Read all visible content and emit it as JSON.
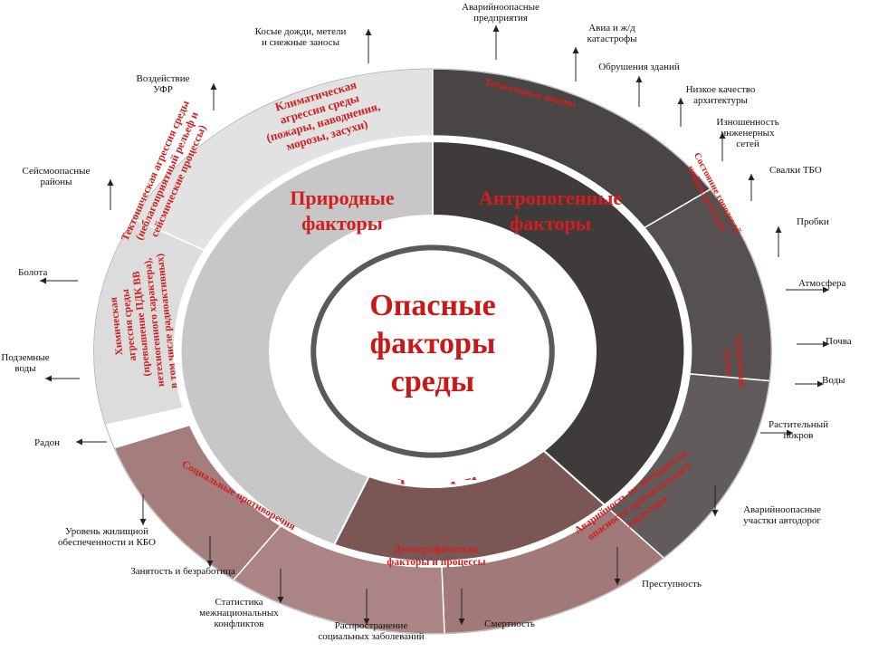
{
  "center": {
    "lines": [
      "Опасные",
      "факторы",
      "среды"
    ]
  },
  "sectors": [
    {
      "id": "natural",
      "lines": [
        "Природные",
        "факторы"
      ],
      "color": "#c7c7c7"
    },
    {
      "id": "anthropogenic",
      "lines": [
        "Антропогенные",
        "факторы"
      ],
      "color": "#403b3b"
    },
    {
      "id": "social",
      "lines": [
        "Социальные",
        "факторы"
      ],
      "color": "#7a5654"
    }
  ],
  "outer_segments": [
    {
      "id": "climatic",
      "lines": [
        "Климатическая",
        "агрессия среды",
        "(пожары, наводнения,",
        "морозы, засухи)"
      ],
      "color": "#e2e2e2"
    },
    {
      "id": "tectonic",
      "lines": [
        "Тектоническая агрессия среды",
        "(неблагоприятный рельеф и",
        "сейсмические процессы)"
      ],
      "color": "#dcdcdc"
    },
    {
      "id": "chemical",
      "lines": [
        "Химическая",
        "агрессия среды",
        "(превышение ПДК ВВ",
        "нетехногенного характера),",
        "в том числе радиоактивных)"
      ],
      "color": "#d6d6d6"
    },
    {
      "id": "technogenic",
      "lines": [
        "Техногенные аварии"
      ],
      "color": "#4a4545"
    },
    {
      "id": "infrastructure",
      "lines": [
        "Состояние городской",
        "инфраструктуры"
      ],
      "color": "#565050"
    },
    {
      "id": "pollution",
      "lines": [
        "Загрязнение",
        "среды"
      ],
      "color": "#615b5b"
    },
    {
      "id": "accidents",
      "lines": [
        "Аварийность на автодорогах,",
        "опасности криминального",
        "характера"
      ],
      "color": "#a17979"
    },
    {
      "id": "demographic",
      "lines": [
        "Демографические",
        "факторы и процессы"
      ],
      "color": "#ab8585"
    },
    {
      "id": "social_conflict",
      "lines": [
        "Социальные противоречия"
      ],
      "color": "#a47d7d"
    }
  ],
  "labels": [
    {
      "id": "rain",
      "lines": [
        "Косые дожди, метели",
        "и снежные заносы"
      ]
    },
    {
      "id": "uv",
      "lines": [
        "Воздействие",
        "УФР"
      ]
    },
    {
      "id": "seismic",
      "lines": [
        "Сейсмоопасные",
        "районы"
      ]
    },
    {
      "id": "swamps",
      "lines": [
        "Болота"
      ]
    },
    {
      "id": "groundwater",
      "lines": [
        "Подземные",
        "воды"
      ]
    },
    {
      "id": "radon",
      "lines": [
        "Радон"
      ]
    },
    {
      "id": "enterprises",
      "lines": [
        "Аварийноопасные",
        "предприятия"
      ]
    },
    {
      "id": "air_rail",
      "lines": [
        "Авиа и ж/д",
        "катастрофы"
      ]
    },
    {
      "id": "collapse",
      "lines": [
        "Обрушения зданий"
      ]
    },
    {
      "id": "architecture",
      "lines": [
        "Низкое качество",
        "архитектуры"
      ]
    },
    {
      "id": "networks",
      "lines": [
        "Изношенность",
        "инженерных",
        "сетей"
      ]
    },
    {
      "id": "landfills",
      "lines": [
        "Свалки ТБО"
      ]
    },
    {
      "id": "traffic",
      "lines": [
        "Пробки"
      ]
    },
    {
      "id": "atmosphere",
      "lines": [
        "Атмосфера"
      ]
    },
    {
      "id": "soil",
      "lines": [
        "Почва"
      ]
    },
    {
      "id": "waters",
      "lines": [
        "Воды"
      ]
    },
    {
      "id": "vegetation",
      "lines": [
        "Растительный",
        "покров"
      ]
    },
    {
      "id": "road_sections",
      "lines": [
        "Аварийноопасные",
        "участки автодорог"
      ]
    },
    {
      "id": "crime",
      "lines": [
        "Преступность"
      ]
    },
    {
      "id": "mortality",
      "lines": [
        "Смертность"
      ]
    },
    {
      "id": "diseases",
      "lines": [
        "Распространение",
        "социальных заболеваний"
      ]
    },
    {
      "id": "ethnic",
      "lines": [
        "Статистика",
        "межнациональных",
        "конфликтов"
      ]
    },
    {
      "id": "employment",
      "lines": [
        "Занятость и безработица"
      ]
    },
    {
      "id": "housing",
      "lines": [
        "Уровень жилищной",
        "обеспеченности и КБО"
      ]
    }
  ]
}
